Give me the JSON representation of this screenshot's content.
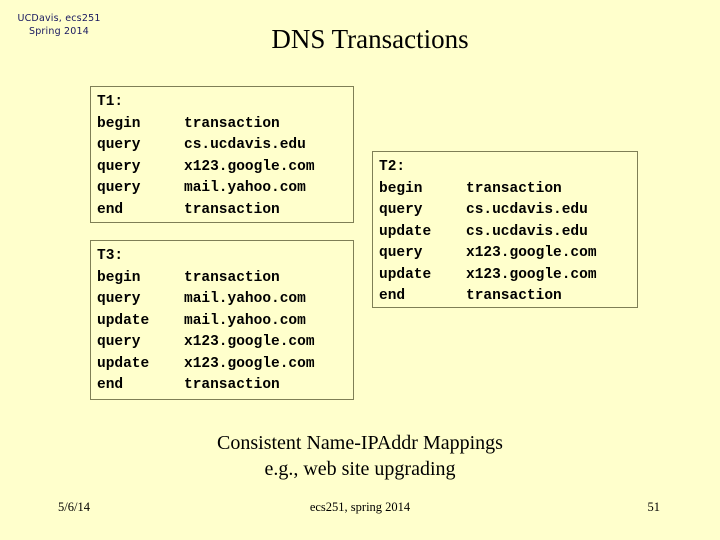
{
  "slide": {
    "background_color": "#ffffcc",
    "course_header": {
      "line1": "UCDavis, ecs251",
      "line2": "Spring 2014",
      "color": "#181860"
    },
    "title": "DNS Transactions",
    "caption": {
      "line1": "Consistent Name-IPAddr Mappings",
      "line2": "e.g., web site upgrading"
    },
    "footer": {
      "date": "5/6/14",
      "center": "ecs251, spring 2014",
      "page": "51"
    },
    "box_border_color": "#7f7f56"
  },
  "transactions": [
    {
      "id": "t1",
      "label": "T1:",
      "rows": [
        {
          "op": "begin",
          "arg": "transaction"
        },
        {
          "op": "query",
          "arg": "cs.ucdavis.edu"
        },
        {
          "op": "query",
          "arg": "x123.google.com"
        },
        {
          "op": "query",
          "arg": "mail.yahoo.com"
        },
        {
          "op": "end",
          "arg": "transaction"
        }
      ]
    },
    {
      "id": "t2",
      "label": "T2:",
      "rows": [
        {
          "op": "begin",
          "arg": "transaction"
        },
        {
          "op": "query",
          "arg": "cs.ucdavis.edu"
        },
        {
          "op": "update",
          "arg": "cs.ucdavis.edu"
        },
        {
          "op": "query",
          "arg": "x123.google.com"
        },
        {
          "op": "update",
          "arg": "x123.google.com"
        },
        {
          "op": "end",
          "arg": "transaction"
        }
      ]
    },
    {
      "id": "t3",
      "label": "T3:",
      "rows": [
        {
          "op": "begin",
          "arg": "transaction"
        },
        {
          "op": "query",
          "arg": "mail.yahoo.com"
        },
        {
          "op": "update",
          "arg": "mail.yahoo.com"
        },
        {
          "op": "query",
          "arg": "x123.google.com"
        },
        {
          "op": "update",
          "arg": "x123.google.com"
        },
        {
          "op": "end",
          "arg": "transaction"
        }
      ]
    }
  ]
}
